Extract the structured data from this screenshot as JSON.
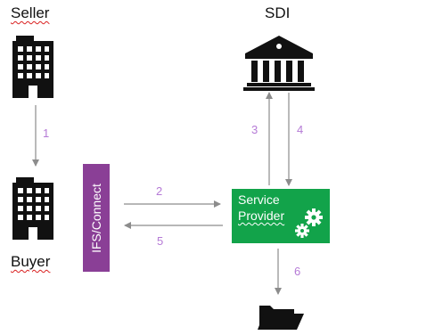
{
  "nodes": {
    "seller": "Seller",
    "sdi": "SDI",
    "buyer": "Buyer",
    "ifs_connect": "IFS/Connect",
    "service_provider_line1": "Service",
    "service_provider_line2": "Provider"
  },
  "steps": [
    "1",
    "2",
    "3",
    "4",
    "5",
    "6"
  ],
  "icons": {
    "seller": "office-building-icon",
    "sdi": "government-building-icon",
    "buyer": "office-building-icon",
    "service_provider": "gears-icon",
    "archive": "open-folder-icon"
  },
  "colors": {
    "ifs_connect": "#8a3f96",
    "service_provider": "#12a34a",
    "step_numbers": "#b57ad6",
    "arrows": "#8c8c8c",
    "icons": "#111111"
  }
}
